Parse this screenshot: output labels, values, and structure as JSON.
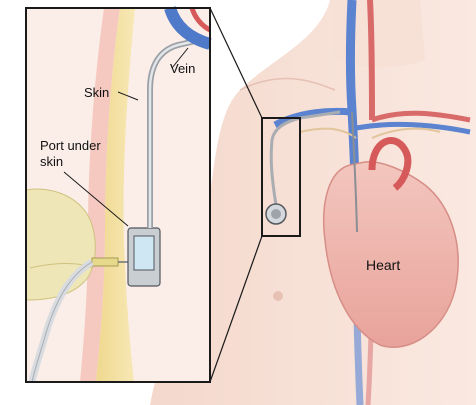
{
  "labels": {
    "vein": "Vein",
    "skin": "Skin",
    "port_line1": "Port under",
    "port_line2": "skin",
    "heart": "Heart"
  },
  "colors": {
    "skin_tone": "#f6dcd2",
    "fat_layer": "#f2df9c",
    "vein_blue": "#4f79c9",
    "artery_red": "#d65a5a",
    "heart_fill": "#f0b9b2",
    "port_metal": "#c8ccd0",
    "callout_border": "#1a1a1a"
  }
}
